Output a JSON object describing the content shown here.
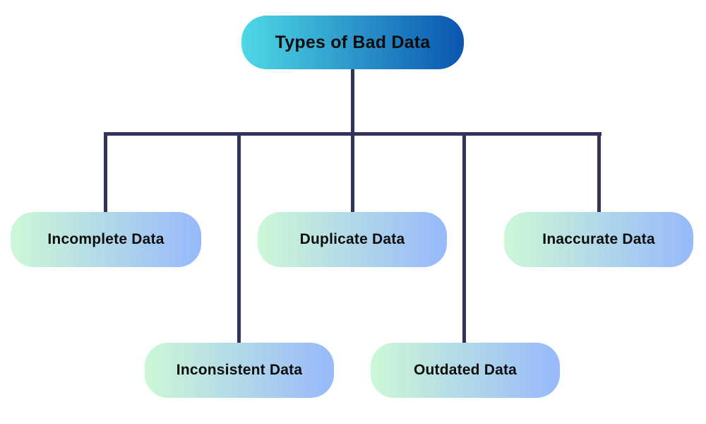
{
  "diagram": {
    "title": "Types of Bad Data",
    "root": {
      "label": "Types of Bad Data"
    },
    "children": [
      {
        "label": "Incomplete Data"
      },
      {
        "label": "Duplicate Data"
      },
      {
        "label": "Inaccurate Data"
      },
      {
        "label": "Inconsistent Data"
      },
      {
        "label": "Outdated Data"
      }
    ]
  },
  "colors": {
    "background": "#ffffff",
    "text": "#0d0d0d",
    "connector": "#333459",
    "root_gradient_from": "#4ed9e5",
    "root_gradient_to": "#0a55b0",
    "child_gradient_from": "#cdf8d6",
    "child_gradient_to": "#96b9fb"
  }
}
